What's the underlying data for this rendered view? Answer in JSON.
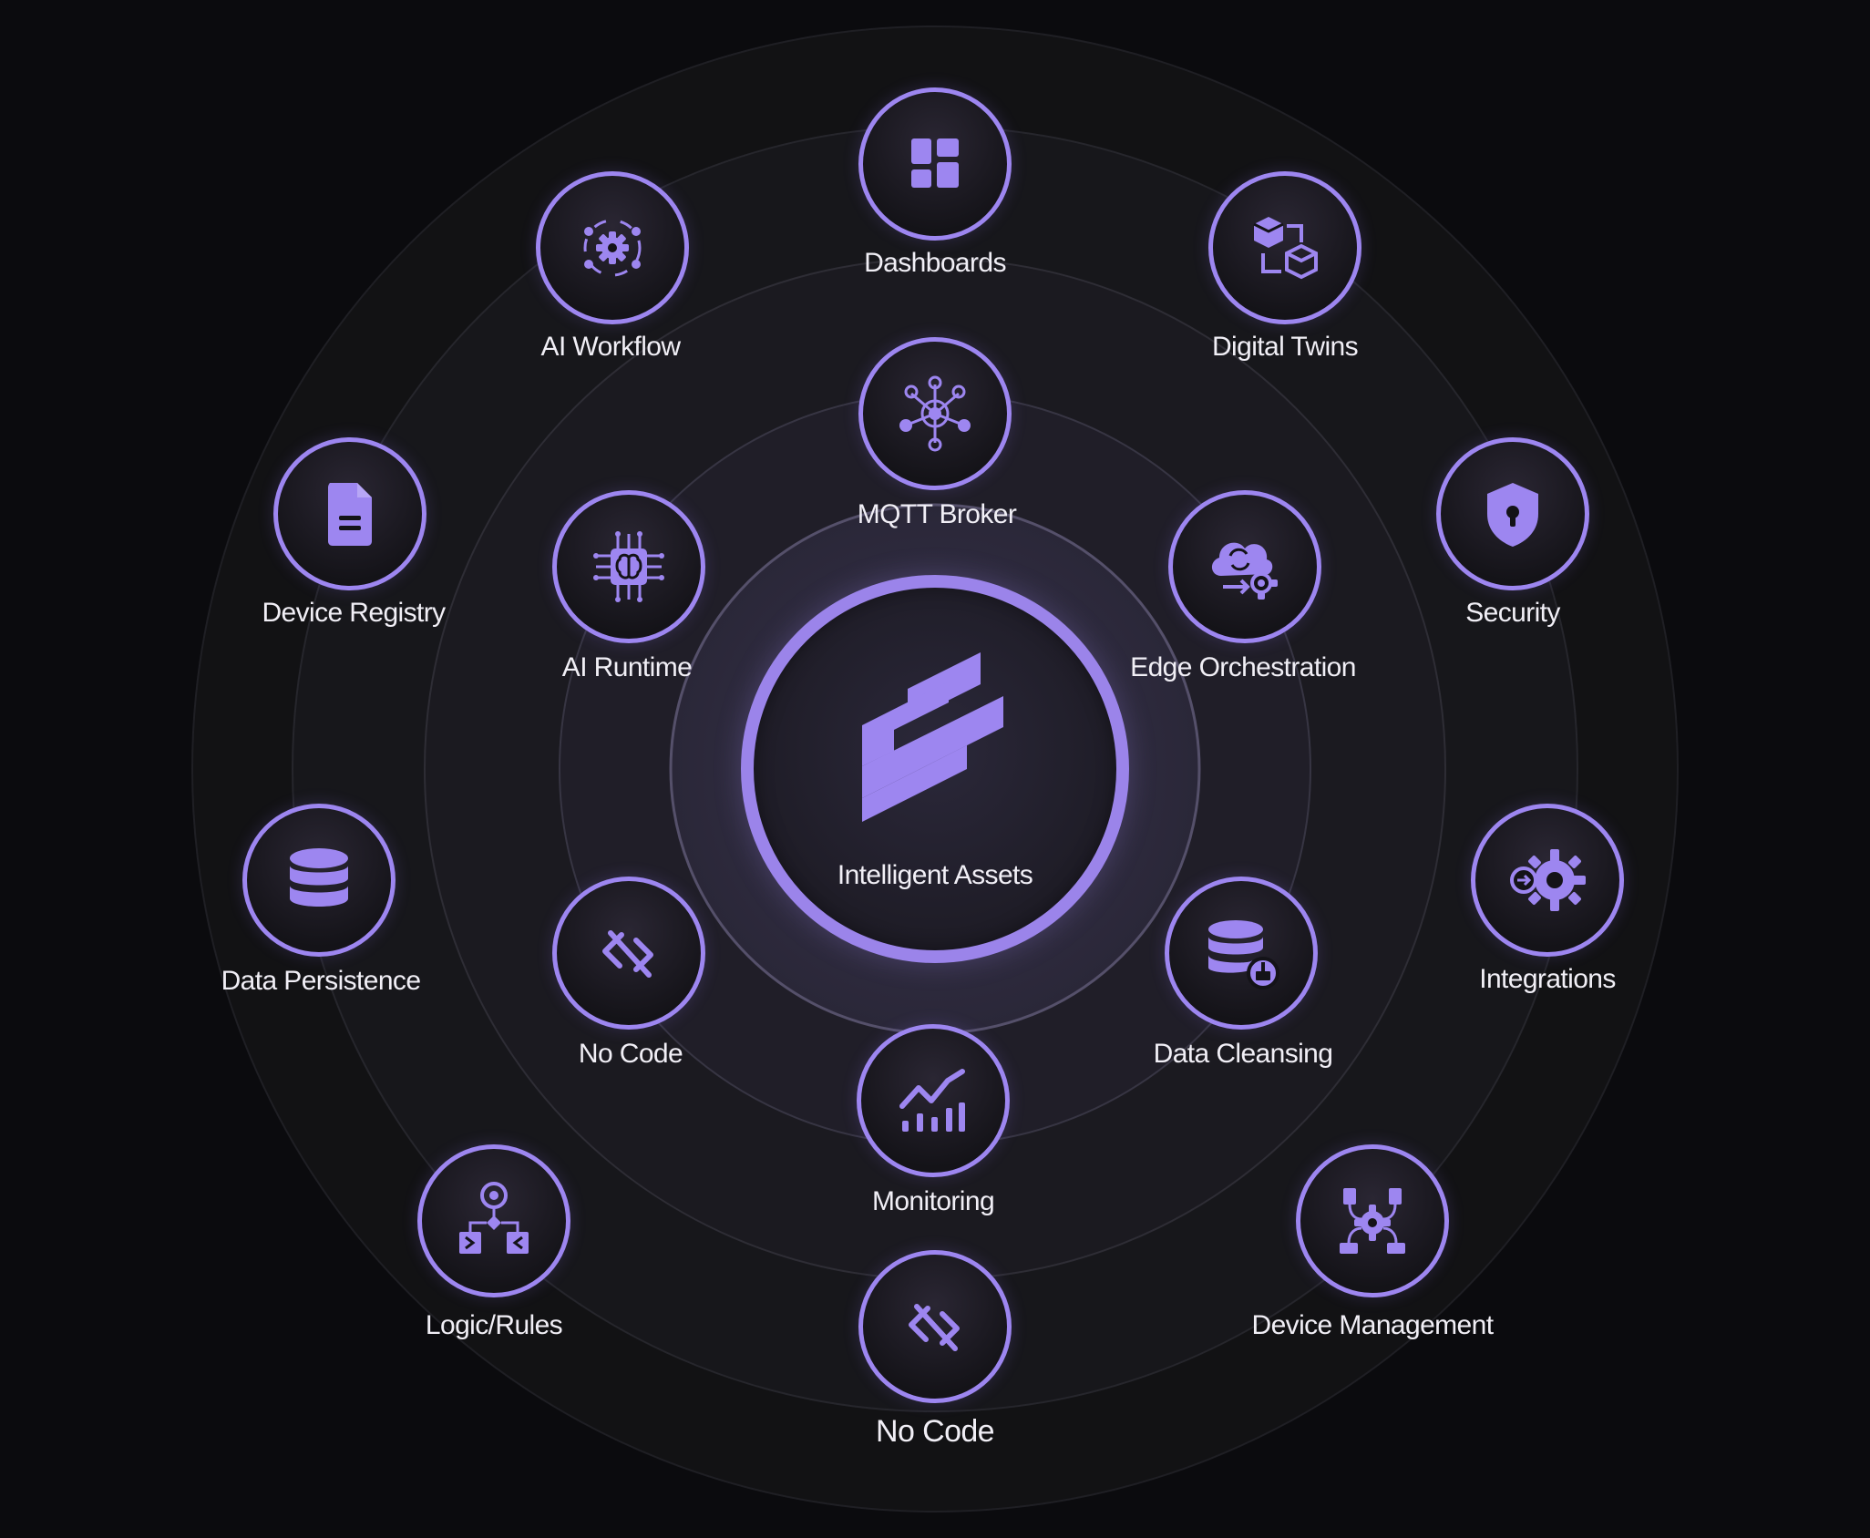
{
  "colors": {
    "accent": "#9d86f0",
    "background": "#0b0b0e",
    "text": "#f1eff6"
  },
  "center": {
    "label": "Intelligent Assets",
    "icon": "brand-logo-icon"
  },
  "nodes": [
    {
      "id": "dashboards",
      "label": "Dashboards",
      "icon": "dashboard-grid-icon"
    },
    {
      "id": "digital-twins",
      "label": "Digital Twins",
      "icon": "cubes-icon"
    },
    {
      "id": "security",
      "label": "Security",
      "icon": "shield-lock-icon"
    },
    {
      "id": "integrations",
      "label": "Integrations",
      "icon": "gear-arrow-icon"
    },
    {
      "id": "device-management",
      "label": "Device Management",
      "icon": "gear-network-icon"
    },
    {
      "id": "no-code-outer",
      "label": "No Code",
      "icon": "no-code-icon"
    },
    {
      "id": "logic-rules",
      "label": "Logic/Rules",
      "icon": "flowchart-icon"
    },
    {
      "id": "data-persistence",
      "label": "Data Persistence",
      "icon": "database-icon"
    },
    {
      "id": "device-registry",
      "label": "Device Registry",
      "icon": "document-icon"
    },
    {
      "id": "ai-workflow",
      "label": "AI Workflow",
      "icon": "gear-cycle-icon"
    },
    {
      "id": "mqtt-broker",
      "label": "MQTT Broker",
      "icon": "hub-icon"
    },
    {
      "id": "edge-orchestration",
      "label": "Edge Orchestration",
      "icon": "cloud-gear-icon"
    },
    {
      "id": "data-cleansing",
      "label": "Data Cleansing",
      "icon": "database-brush-icon"
    },
    {
      "id": "monitoring",
      "label": "Monitoring",
      "icon": "chart-trend-icon"
    },
    {
      "id": "no-code-inner",
      "label": "No Code",
      "icon": "no-code-icon"
    },
    {
      "id": "ai-runtime",
      "label": "AI Runtime",
      "icon": "ai-chip-icon"
    }
  ]
}
